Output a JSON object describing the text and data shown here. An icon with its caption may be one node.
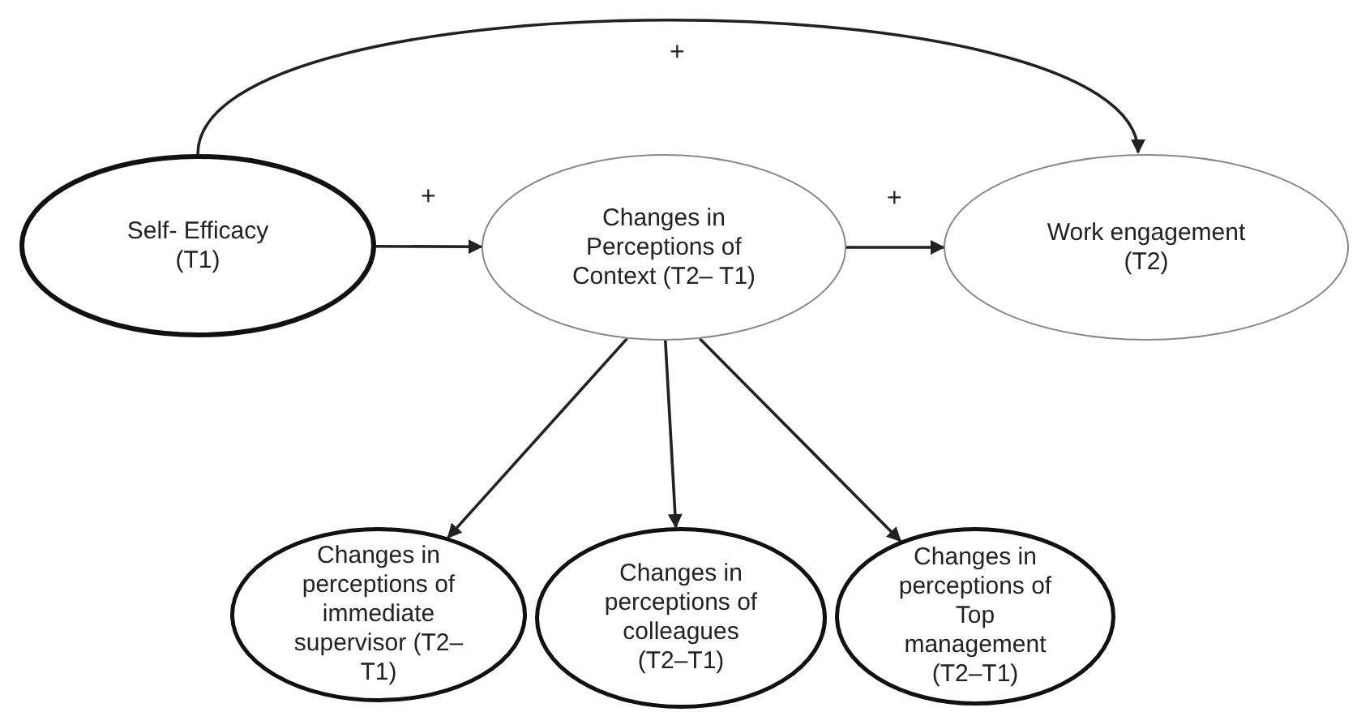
{
  "diagram": {
    "nodes": [
      {
        "text": [
          "Self- Efficacy (T1)"
        ]
      },
      {
        "text": [
          "Changes in Perceptions of Context (T2– T1)"
        ]
      },
      {
        "text": [
          "Work engagement (T2)"
        ]
      },
      {
        "text": [
          "Changes in perceptions of immediate supervisor (T2–T1)"
        ]
      },
      {
        "text": [
          "Changes in perceptions of colleagues (T2–T1)"
        ]
      },
      {
        "text": [
          "Changes in perceptions of Top management (T2–T1)"
        ]
      }
    ],
    "edges": [
      {
        "from": 0,
        "to": 2,
        "arrow": "to",
        "label": "+"
      },
      {
        "from": 0,
        "to": 1,
        "arrow": "to",
        "label": "+"
      },
      {
        "from": 1,
        "to": 2,
        "arrow": "to",
        "label": "+"
      },
      {
        "from": 1,
        "to": 3,
        "arrow": "to"
      },
      {
        "from": 1,
        "to": 4,
        "arrow": "to"
      },
      {
        "from": 1,
        "to": 5,
        "arrow": "to"
      }
    ]
  }
}
